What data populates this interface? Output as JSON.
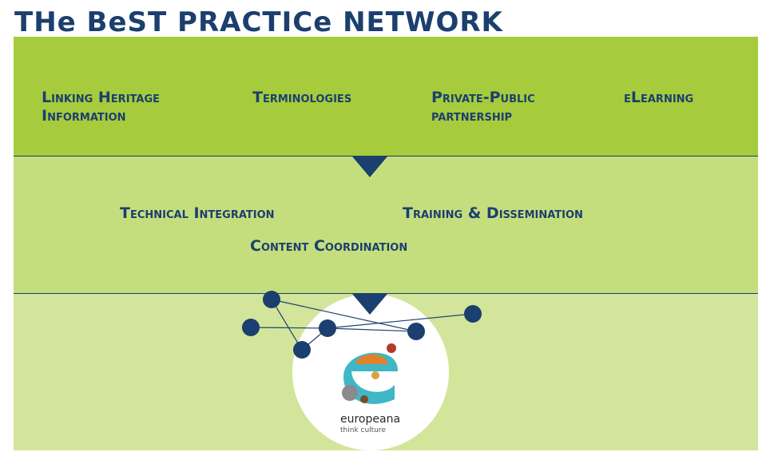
{
  "title": "THe BeST PRACTICe NETWORK",
  "top_row": [
    "Linking Heritage Information",
    "Terminologies",
    "Private-Public partnership",
    "eLearning"
  ],
  "middle": {
    "left": "Technical Integration",
    "right": "Training & Dissemination",
    "center": "Content Coordination"
  },
  "logo": {
    "brand": "europeana",
    "tagline": "think culture"
  },
  "colors": {
    "navy": "#1b3f6e",
    "band1": "#a6cb3c",
    "band2": "#c4de7e",
    "band3": "#d2e59b"
  }
}
